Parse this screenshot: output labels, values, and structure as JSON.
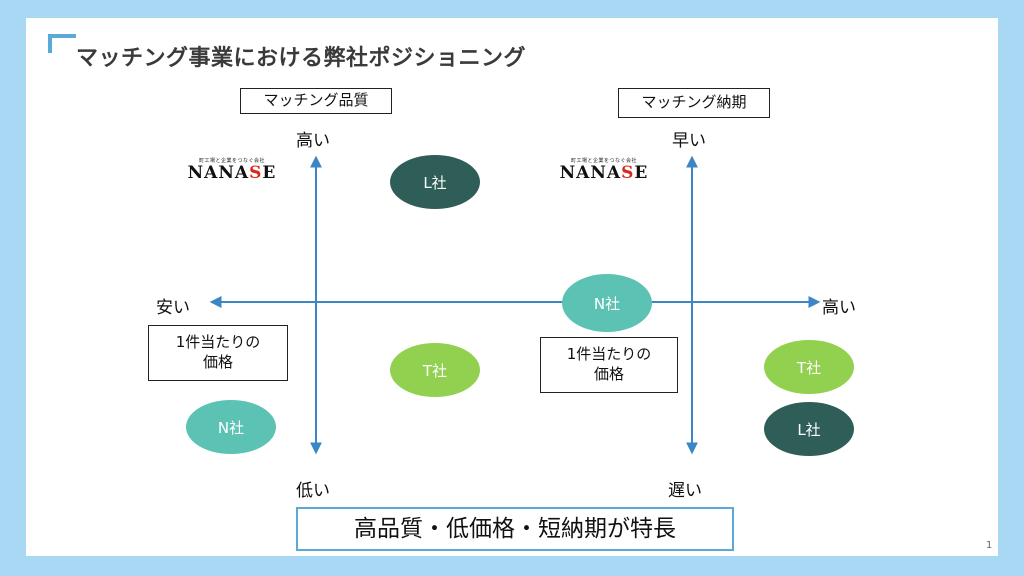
{
  "title": "マッチング事業における弊社ポジショニング",
  "logo": {
    "tagline": "町工場と企業をつなぐ会社",
    "name_prefix": "NANA",
    "name_accent": "S",
    "name_suffix": "E"
  },
  "left_chart": {
    "y_axis_title": "マッチング品質",
    "y_high": "高い",
    "y_low": "低い",
    "x_axis_title_line1": "1件当たりの",
    "x_axis_title_line2": "価格",
    "x_low": "安い",
    "companies": [
      {
        "label": "L社",
        "color": "#2f5d57"
      },
      {
        "label": "T社",
        "color": "#92d050"
      },
      {
        "label": "N社",
        "color": "#5cc2b4"
      }
    ]
  },
  "right_chart": {
    "y_axis_title": "マッチング納期",
    "y_high": "早い",
    "y_low": "遅い",
    "x_axis_title_line1": "1件当たりの",
    "x_axis_title_line2": "価格",
    "x_high": "高い",
    "companies": [
      {
        "label": "N社",
        "color": "#5cc2b4"
      },
      {
        "label": "T社",
        "color": "#92d050"
      },
      {
        "label": "L社",
        "color": "#2f5d57"
      }
    ]
  },
  "feature_text": "高品質・低価格・短納期が特長",
  "page_number": "1",
  "colors": {
    "axis": "#3d86c6",
    "background": "#a9d8f5",
    "accent_mark": "#5aa9d8",
    "feature_border": "#5aa9d8"
  }
}
